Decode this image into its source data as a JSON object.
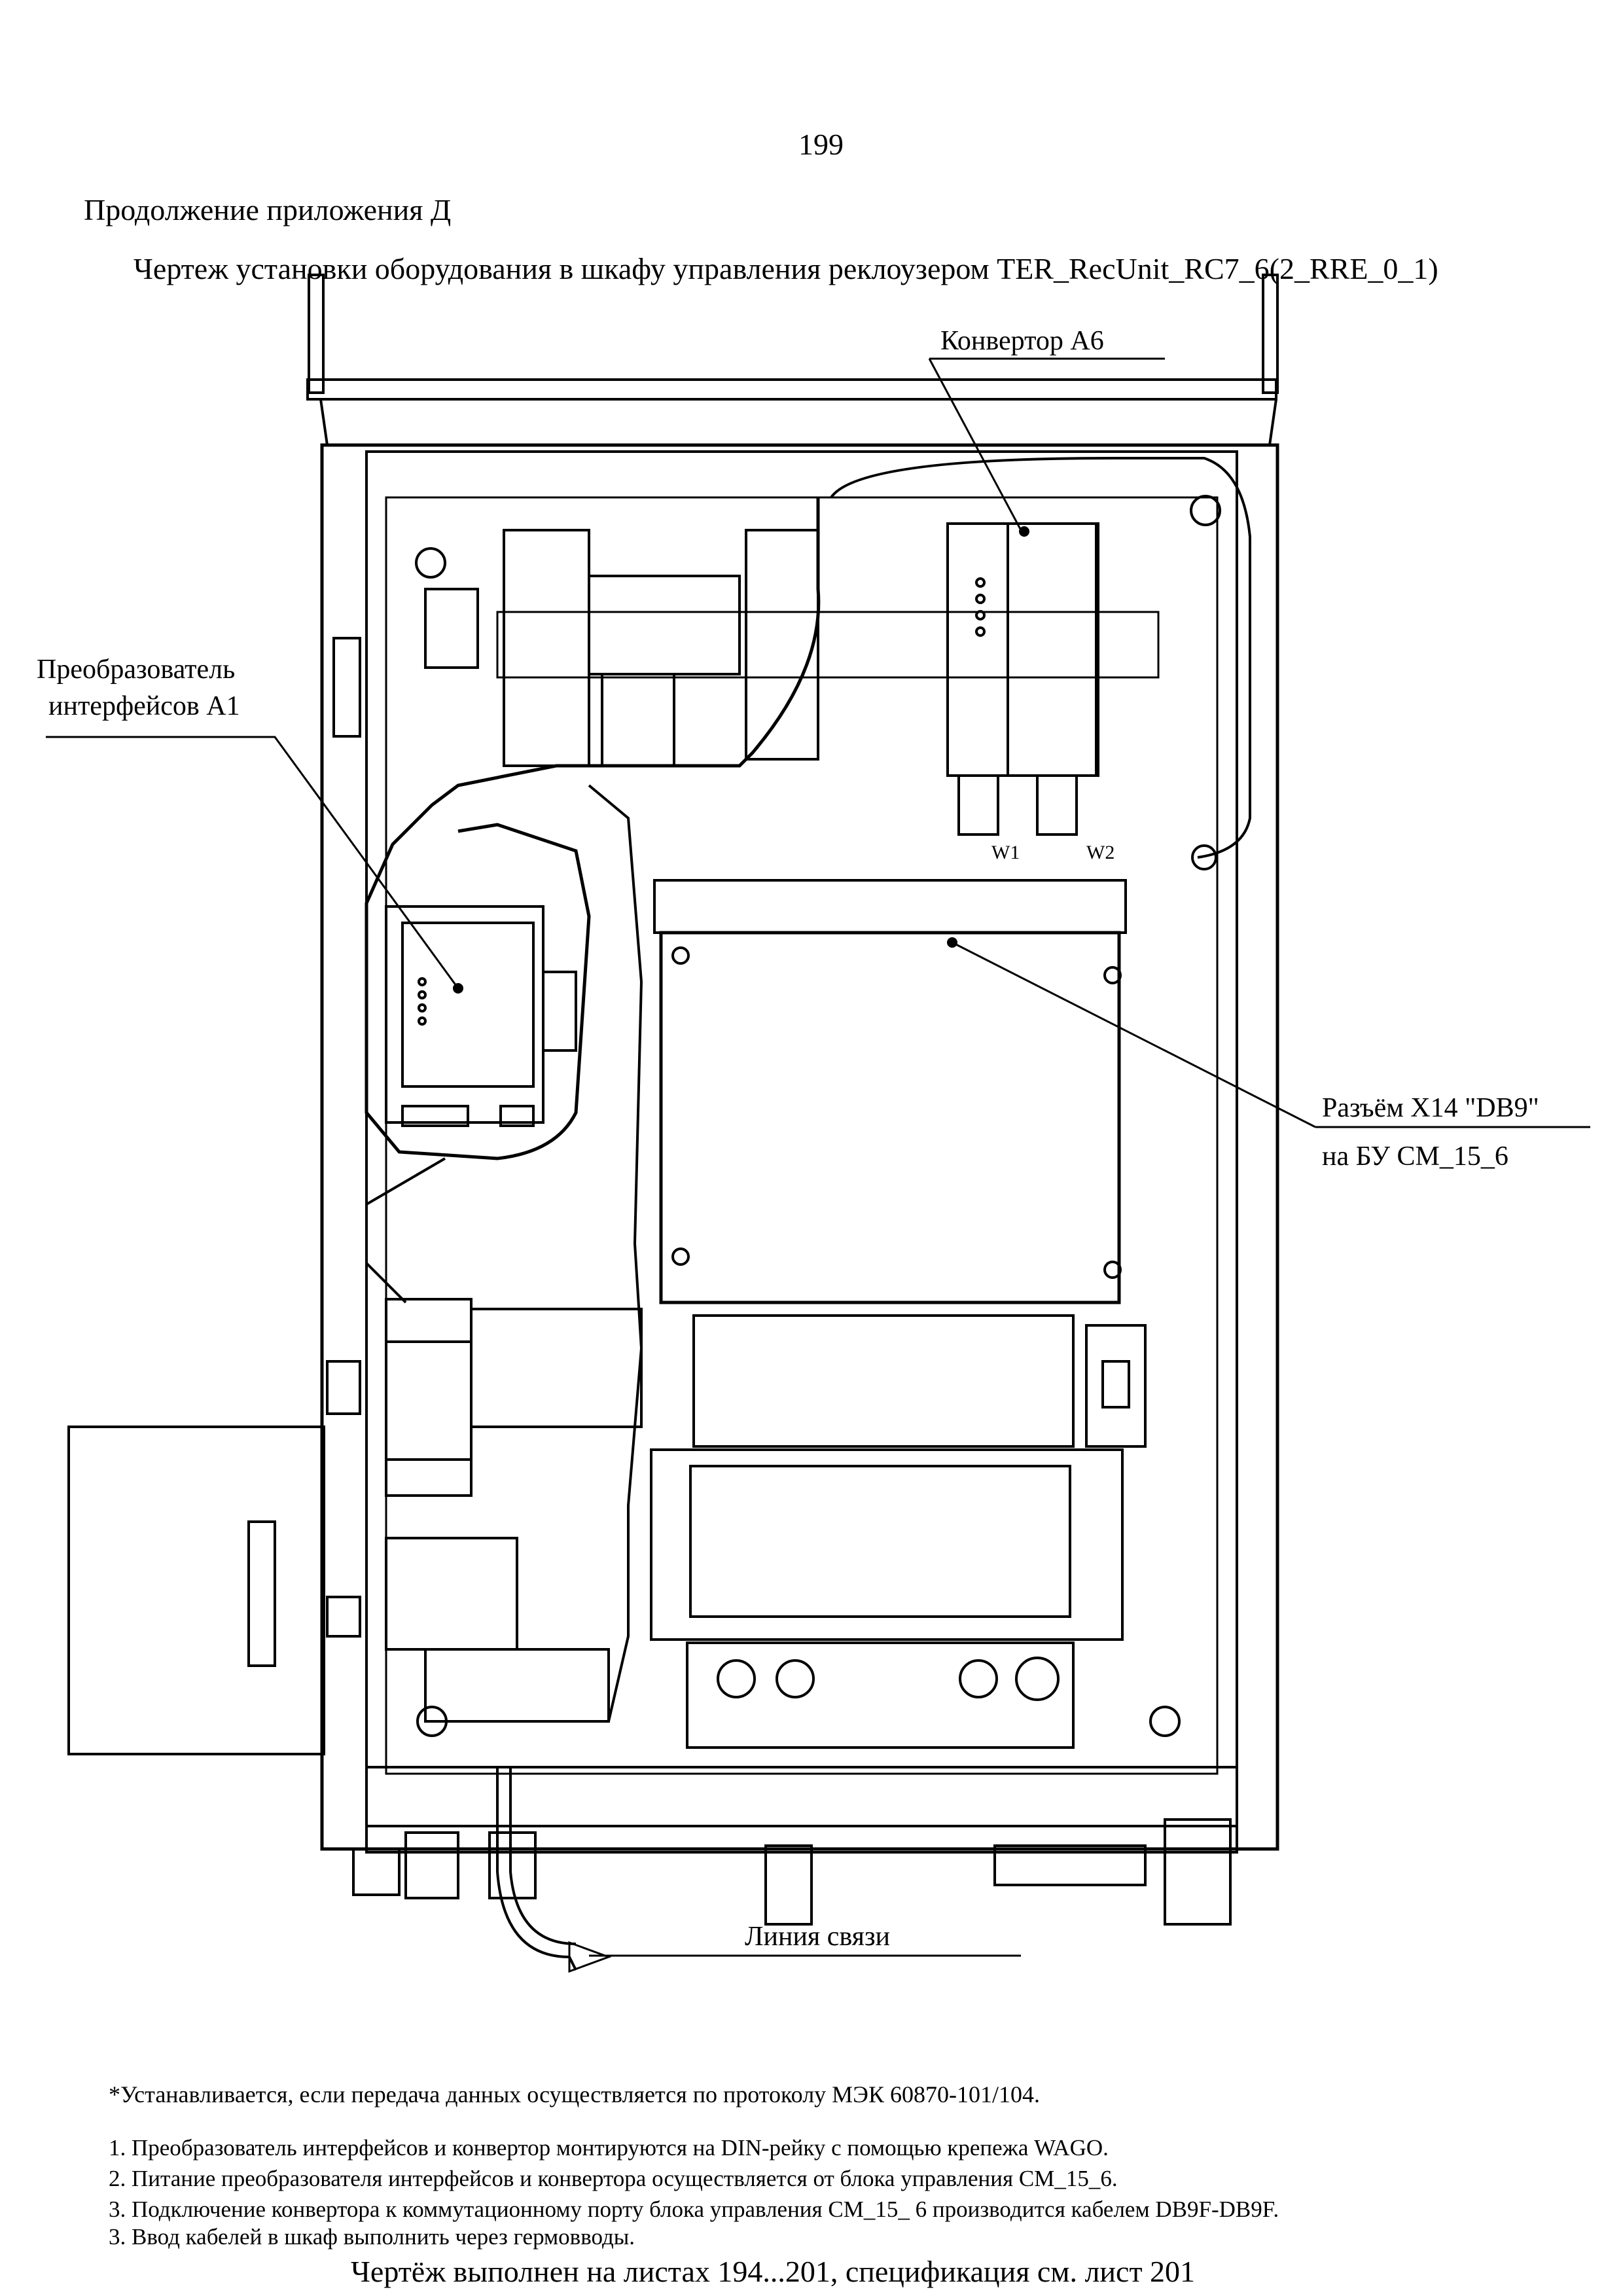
{
  "page_number": "199",
  "appendix_title": "Продолжение приложения Д",
  "drawing_title": "Чертеж установки оборудования в шкафу управления реклоузером TER_RecUnit_RC7_6(2_RRE_0_1)",
  "callouts": {
    "converter": "Конвертор А6",
    "interface_converter_line1": "Преобразователь",
    "interface_converter_line2": "интерфейсов А1",
    "connector_line1": "Разъём X14 \"DB9\"",
    "connector_line2": "на БУ СМ_15_6",
    "comm_line": "Линия связи",
    "cable_w1": "W1",
    "cable_w2": "W2"
  },
  "notes": {
    "star_note": "*Устанавливается, если передача данных осуществляется по протоколу МЭК 60870-101/104.",
    "items": [
      "1. Преобразователь интерфейсов и конвертор монтируются на DIN-рейку  с помощью крепежа WAGO.",
      "2. Питание преобразователя интерфейсов и конвертора осуществляется от блока управления СМ_15_6.",
      "3. Подключение конвертора к коммутационному порту блока управления СМ_15_ 6 производится  кабелем DB9F-DB9F.",
      "3. Ввод кабелей в шкаф выполнить через гермовводы."
    ]
  },
  "footer": "Чертёж выполнен на листах 194...201, спецификация см. лист 201",
  "colors": {
    "line": "#000000",
    "background": "#ffffff"
  }
}
